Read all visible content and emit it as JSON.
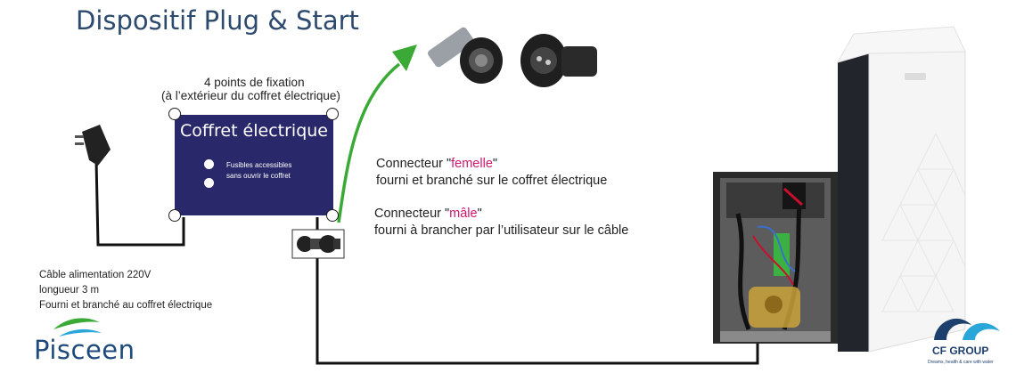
{
  "title": "Dispositif Plug & Start",
  "fixation": {
    "line1": "4 points de fixation",
    "line2": "(à l’extérieur du coffret électrique)"
  },
  "coffret": {
    "title": "Coffret électrique",
    "fuse_line1": "Fusibles accessibles",
    "fuse_line2": "sans ouvrir le coffret"
  },
  "connector_female": {
    "prefix": "Connecteur \"",
    "highlight": "femelle",
    "suffix": "\"",
    "line2": "fourni et branché sur le coffret électrique"
  },
  "connector_male": {
    "prefix": "Connecteur \"",
    "highlight": "mâle",
    "suffix": "\"",
    "line2": "fourni à brancher par l’utilisateur sur le câble"
  },
  "cable": {
    "line1": "Câble alimentation 220V",
    "line2": "longueur 3 m",
    "line3": "Fourni et branché au coffret électrique"
  },
  "logos": {
    "pisceen": "Pisceen",
    "cfgroup": "CF GROUP",
    "cfgroup_tagline": "Dreams, health & care with water"
  },
  "colors": {
    "title": "#2c4a6e",
    "coffret": "#28286a",
    "highlight": "#d0176f",
    "arrow": "#3aa935",
    "pisceen": "#1d4a7a"
  }
}
